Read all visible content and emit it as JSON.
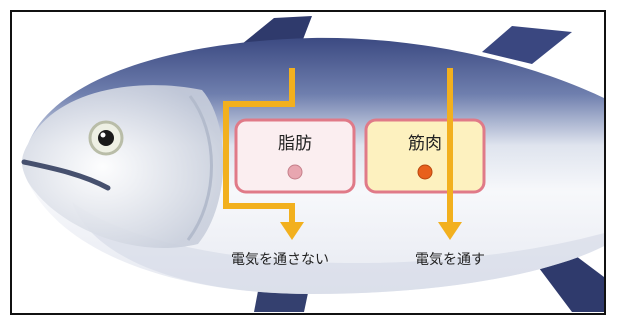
{
  "diagram": {
    "fat": {
      "label": "脂肪",
      "box_fill": "#fbeef0",
      "dot_color": "#e8a6b0"
    },
    "muscle": {
      "label": "筋肉",
      "box_fill": "#fdf1bf",
      "dot_color": "#e8601c"
    },
    "box_border_color": "#e07a88",
    "arrow_color": "#f2b01e",
    "results": {
      "no_conduct": "電気を通さない",
      "conduct": "電気を通す"
    }
  }
}
